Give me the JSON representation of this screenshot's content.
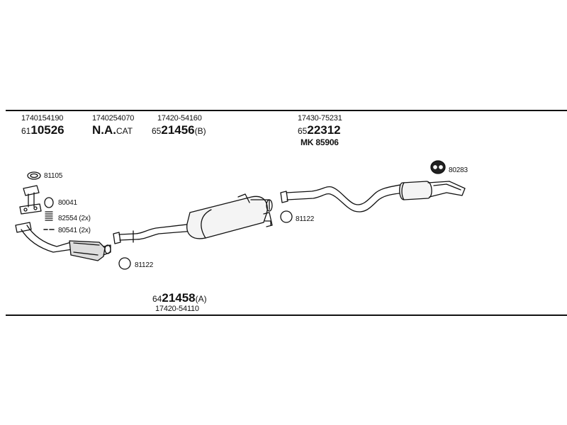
{
  "top_parts": [
    {
      "number": "1740154190",
      "prefix": "61",
      "main": "10526",
      "suffix": ""
    },
    {
      "number": "1740254070",
      "prefix": "",
      "main": "N.A.",
      "suffix": "CAT"
    },
    {
      "number": "17420-54160",
      "prefix": "65",
      "main": "21456",
      "suffix": "(B)"
    },
    {
      "number": "17430-75231",
      "prefix": "65",
      "main": "22312",
      "suffix": "",
      "extra": "MK 85906"
    }
  ],
  "bottom_part": {
    "prefix": "64",
    "main": "21458",
    "suffix": "(A)",
    "number": "17420-54110"
  },
  "small_parts": {
    "gasket_front": "81105",
    "ring_80041": "80041",
    "spring_82554": "82554 (2x)",
    "bolt_80541": "80541 (2x)",
    "gasket_mid": "81122",
    "gasket_rear": "81122",
    "hanger_80283": "80283"
  }
}
